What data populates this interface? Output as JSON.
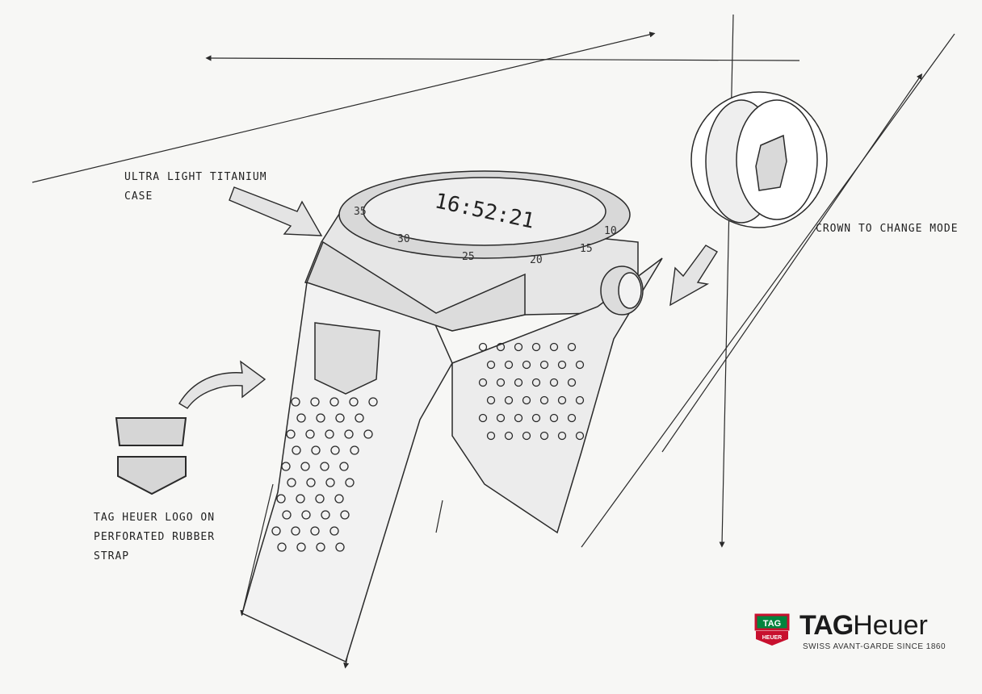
{
  "annotations": {
    "case": [
      "ULTRA LIGHT TITANIUM",
      "CASE"
    ],
    "crown": [
      "CROWN TO CHANGE MODE"
    ],
    "strap": [
      "TAG HEUER LOGO ON",
      "PERFORATED RUBBER",
      "STRAP"
    ]
  },
  "watch_display": {
    "time": "16:52:21"
  },
  "bezel_numbers": [
    "35",
    "30",
    "25",
    "20",
    "15",
    "10"
  ],
  "brand": {
    "shield_top": "TAG",
    "shield_bottom": "HEUER",
    "wordmark_bold": "TAG",
    "wordmark_light": "Heuer",
    "tagline": "SWISS AVANT-GARDE SINCE 1860",
    "colors": {
      "red": "#c8102e",
      "green": "#00843d"
    }
  },
  "colors": {
    "pencil": "#2a2a2a",
    "paper": "#f7f7f5"
  }
}
